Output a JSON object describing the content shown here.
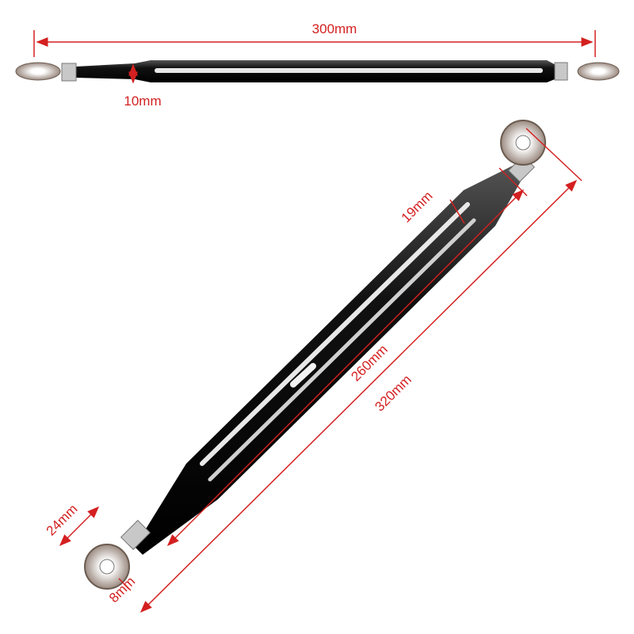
{
  "colors": {
    "dimension": "#d42020",
    "rod": "#111111",
    "chrome": "#d8d8d8"
  },
  "top_view": {
    "length_label": "300mm",
    "thickness_label": "10mm"
  },
  "diagonal_view": {
    "slot_width_label": "19mm",
    "body_length_label": "260mm",
    "total_length_label": "320mm",
    "eye_diameter_label": "24mm",
    "bore_label": "8mm"
  }
}
